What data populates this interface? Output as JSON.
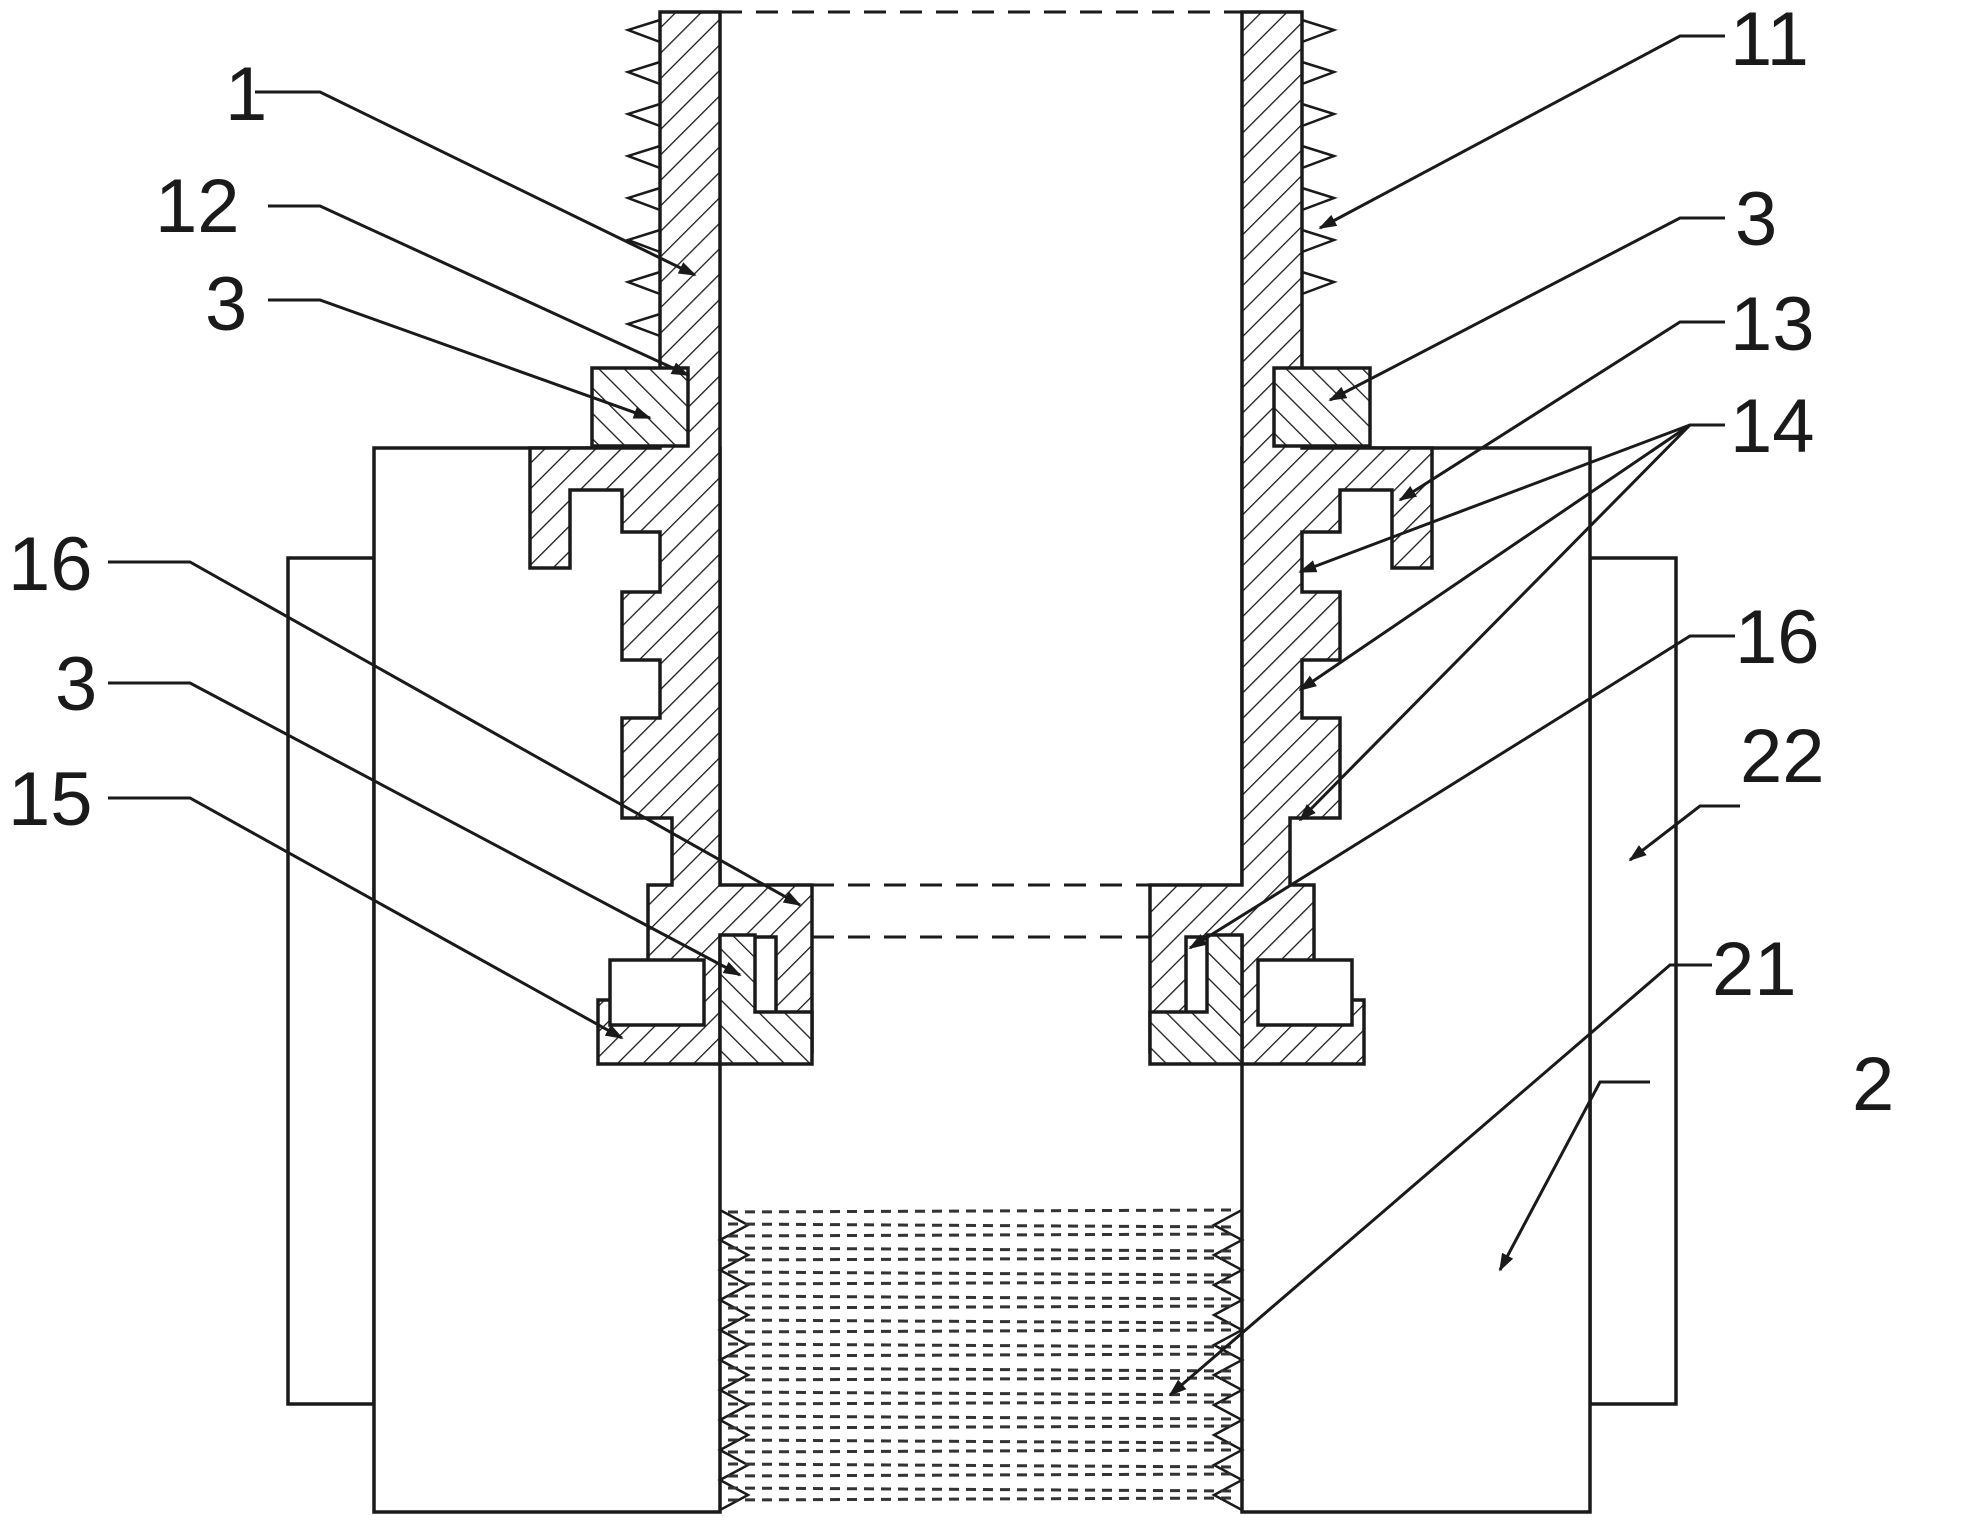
{
  "labels": {
    "l1": "1",
    "l12": "12",
    "l3_top_left": "3",
    "l11": "11",
    "l3_top_right": "3",
    "l13": "13",
    "l14": "14",
    "l16_left": "16",
    "l3_mid_left": "3",
    "l15": "15",
    "l16_right": "16",
    "l22": "22",
    "l21": "21",
    "l2": "2"
  },
  "colors": {
    "line": "#1a1a1a",
    "background": "#ffffff"
  }
}
